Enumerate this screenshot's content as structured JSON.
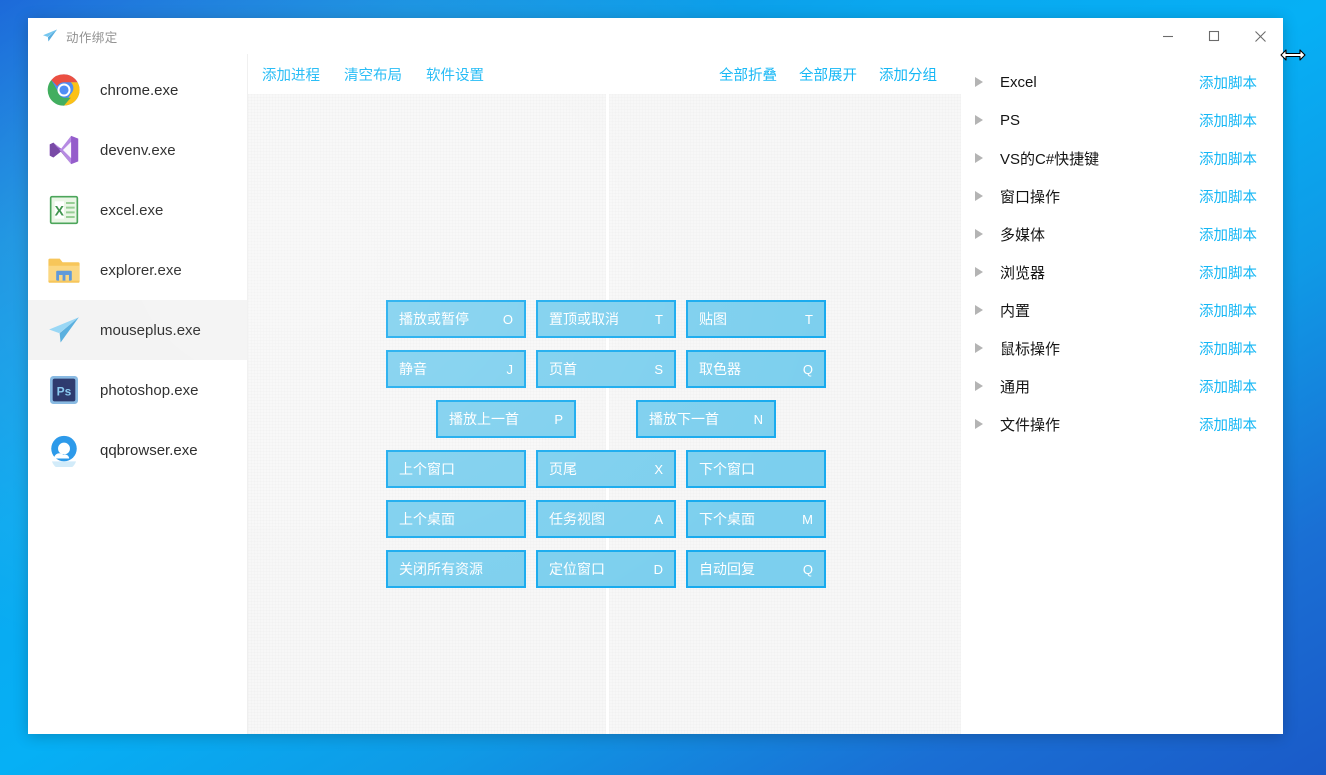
{
  "window": {
    "title": "动作绑定",
    "title_icon": "paper-plane-icon",
    "controls": {
      "minimize": "minimize-icon",
      "maximize": "maximize-icon",
      "close": "close-icon"
    }
  },
  "colors": {
    "accent_link": "#15b7f5",
    "button_fill": "#7ccfee",
    "button_border": "#17aaee",
    "selected_row": "#f2f2f2",
    "canvas_panel": "#f7f7f7",
    "desktop_blue": "#0aa8ef"
  },
  "sidebar": {
    "items": [
      {
        "label": "chrome.exe",
        "icon": "chrome-icon",
        "selected": false
      },
      {
        "label": "devenv.exe",
        "icon": "visual-studio-icon",
        "selected": false
      },
      {
        "label": "excel.exe",
        "icon": "excel-icon",
        "selected": false
      },
      {
        "label": "explorer.exe",
        "icon": "folder-icon",
        "selected": false
      },
      {
        "label": "mouseplus.exe",
        "icon": "paper-plane-icon",
        "selected": true
      },
      {
        "label": "photoshop.exe",
        "icon": "photoshop-icon",
        "selected": false
      },
      {
        "label": "qqbrowser.exe",
        "icon": "qqbrowser-icon",
        "selected": false
      }
    ]
  },
  "toolbar": {
    "left": [
      {
        "label": "添加进程"
      },
      {
        "label": "清空布局"
      },
      {
        "label": "软件设置"
      }
    ],
    "right": [
      {
        "label": "全部折叠"
      },
      {
        "label": "全部展开"
      },
      {
        "label": "添加分组"
      }
    ]
  },
  "canvas": {
    "rows": [
      {
        "layout": "thirds",
        "cells": [
          {
            "label": "播放或暂停",
            "key": "O"
          },
          {
            "label": "置顶或取消",
            "key": "T"
          },
          {
            "label": "贴图",
            "key": "T"
          }
        ]
      },
      {
        "layout": "thirds",
        "cells": [
          {
            "label": "静音",
            "key": "J"
          },
          {
            "label": "页首",
            "key": "S"
          },
          {
            "label": "取色器",
            "key": "Q"
          }
        ]
      },
      {
        "layout": "halves",
        "cells": [
          {
            "label": "播放上一首",
            "key": "P"
          },
          {
            "label": "播放下一首",
            "key": "N"
          }
        ]
      },
      {
        "layout": "thirds",
        "cells": [
          {
            "label": "上个窗口",
            "key": ""
          },
          {
            "label": "页尾",
            "key": "X"
          },
          {
            "label": "下个窗口",
            "key": ""
          }
        ]
      },
      {
        "layout": "thirds",
        "cells": [
          {
            "label": "上个桌面",
            "key": ""
          },
          {
            "label": "任务视图",
            "key": "A"
          },
          {
            "label": "下个桌面",
            "key": "M"
          }
        ]
      },
      {
        "layout": "thirds",
        "cells": [
          {
            "label": "关闭所有资源",
            "key": ""
          },
          {
            "label": "定位窗口",
            "key": "D"
          },
          {
            "label": "自动回复",
            "key": "Q"
          }
        ]
      }
    ]
  },
  "groups": {
    "action_label": "添加脚本",
    "items": [
      {
        "name": "Excel",
        "expanded": false
      },
      {
        "name": "PS",
        "expanded": false
      },
      {
        "name": "VS的C#快捷键",
        "expanded": false
      },
      {
        "name": "窗口操作",
        "expanded": false
      },
      {
        "name": "多媒体",
        "expanded": false
      },
      {
        "name": "浏览器",
        "expanded": false
      },
      {
        "name": "内置",
        "expanded": false
      },
      {
        "name": "鼠标操作",
        "expanded": false
      },
      {
        "name": "通用",
        "expanded": false
      },
      {
        "name": "文件操作",
        "expanded": false
      }
    ]
  }
}
